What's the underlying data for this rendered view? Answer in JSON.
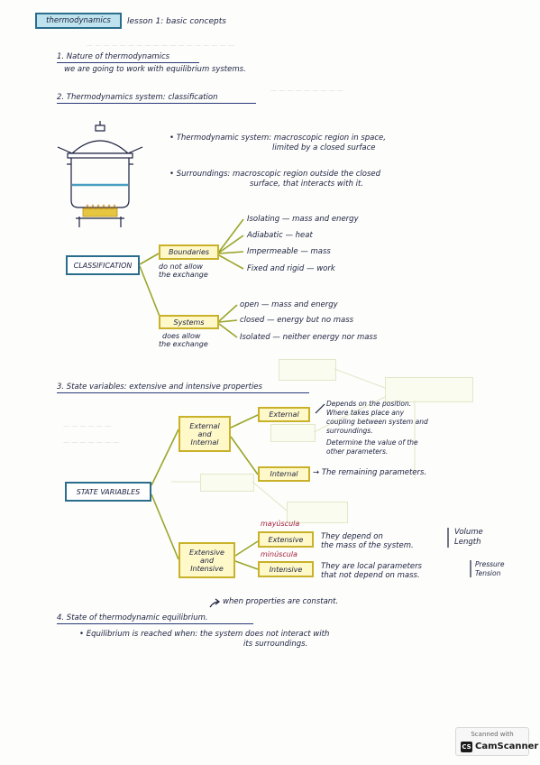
{
  "header": {
    "title_box": "thermodynamics",
    "lesson": "lesson 1: basic concepts"
  },
  "section1": {
    "heading": "1. Nature of thermodynamics",
    "text": "we are going to work with equilibrium systems."
  },
  "section2": {
    "heading": "2. Thermodynamics system: classification",
    "system_def_1": "• Thermodynamic system: macroscopic region in space,",
    "system_def_2": "limited by a closed surface",
    "surroundings_1": "• Surroundings: macroscopic region outside the closed",
    "surroundings_2": "surface, that interacts with it.",
    "classification": "CLASSIFICATION",
    "boundaries": "Boundaries",
    "boundaries_note_1": "do not allow",
    "boundaries_note_2": "the exchange",
    "boundary_types": [
      "Isolating — mass and energy",
      "Adiabatic — heat",
      "Impermeable — mass",
      "Fixed and rigid — work"
    ],
    "systems": "Systems",
    "systems_note_1": "does allow",
    "systems_note_2": "the exchange",
    "system_types": [
      "open — mass and energy",
      "closed — energy but no mass",
      "Isolated — neither energy nor mass"
    ]
  },
  "section3": {
    "heading": "3. State variables: extensive and intensive properties",
    "state_variables": "STATE VARIABLES",
    "ext_int_1": "External",
    "ext_int_2": "and",
    "ext_int_3": "Internal",
    "external": "External",
    "external_notes": [
      "Depends on the position.",
      "Where takes place any",
      "coupling between system and",
      "surroundings.",
      "Determine the value of the",
      "other parameters."
    ],
    "internal": "Internal",
    "internal_note": "→ The remaining parameters.",
    "ext_intv_1": "Extensive",
    "ext_intv_2": "and",
    "ext_intv_3": "Intensive",
    "mayuscula": "mayúscula",
    "extensive": "Extensive",
    "extensive_note_1": "They depend on",
    "extensive_note_2": "the mass of the system.",
    "extensive_examples_1": "Volume",
    "extensive_examples_2": "Length",
    "minuscula": "minúscula",
    "intensive": "Intensive",
    "intensive_note_1": "They are local parameters",
    "intensive_note_2": "that not depend on mass.",
    "intensive_examples_1": "Pressure",
    "intensive_examples_2": "Tension"
  },
  "section4": {
    "constant_note": "when properties are constant.",
    "heading": "4. State of thermodynamic equilibrium.",
    "text_1": "• Equilibrium is reached when: the system does not interact with",
    "text_2": "its surroundings."
  },
  "scanner": {
    "label": "Scanned with",
    "logo": "CS",
    "brand": "CamScanner"
  },
  "colors": {
    "ink": "#1b2140",
    "highlight_yellow": "#fff8c8",
    "box_yellow_border": "#c9b12a",
    "highlight_blue": "#bfe3ee",
    "box_blue_border": "#2a6d8c",
    "olive_line": "#9aa52a",
    "red_ink": "#a31c3a"
  }
}
